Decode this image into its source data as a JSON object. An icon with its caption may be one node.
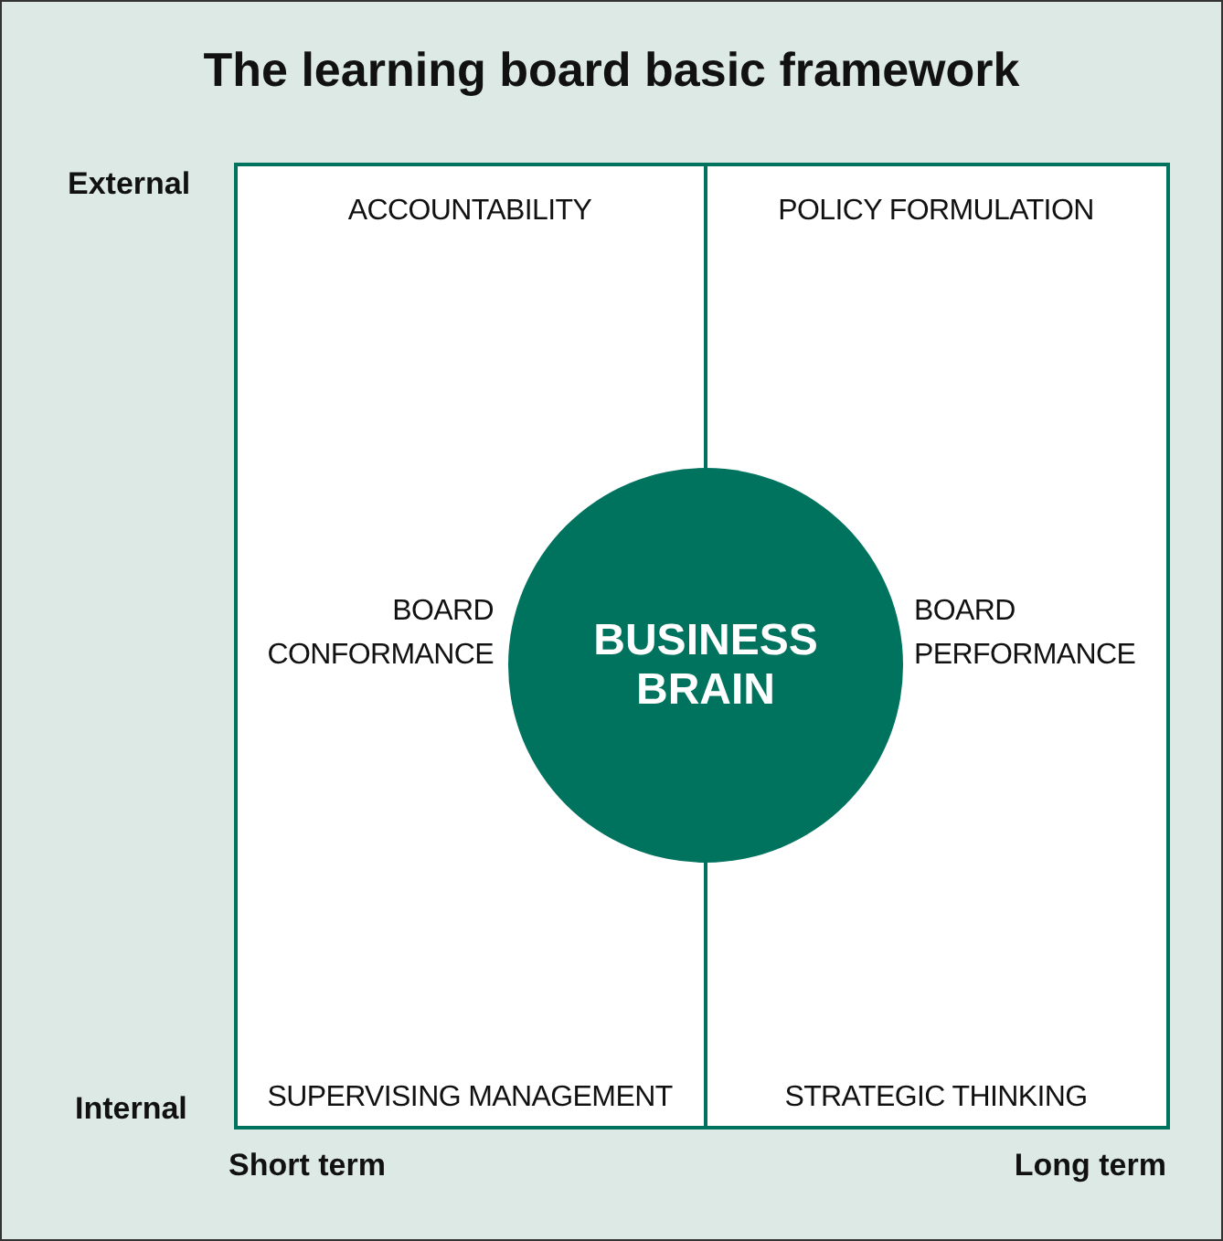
{
  "diagram": {
    "title": "The learning board basic framework",
    "nodes": [
      {
        "text": [
          "ACCOUNTABILITY",
          "POLICY FORMULATION",
          "BOARD CONFORMANCE",
          "BOARD PERFORMANCE",
          "SUPERVISING MANAGEMENT",
          "STRATEGIC THINKING"
        ]
      },
      {
        "text": [
          "BUSINESS BRAIN"
        ],
        "in": 0
      }
    ],
    "edges": [],
    "labels": [
      "External",
      "Internal",
      "Short term",
      "Long term"
    ]
  }
}
